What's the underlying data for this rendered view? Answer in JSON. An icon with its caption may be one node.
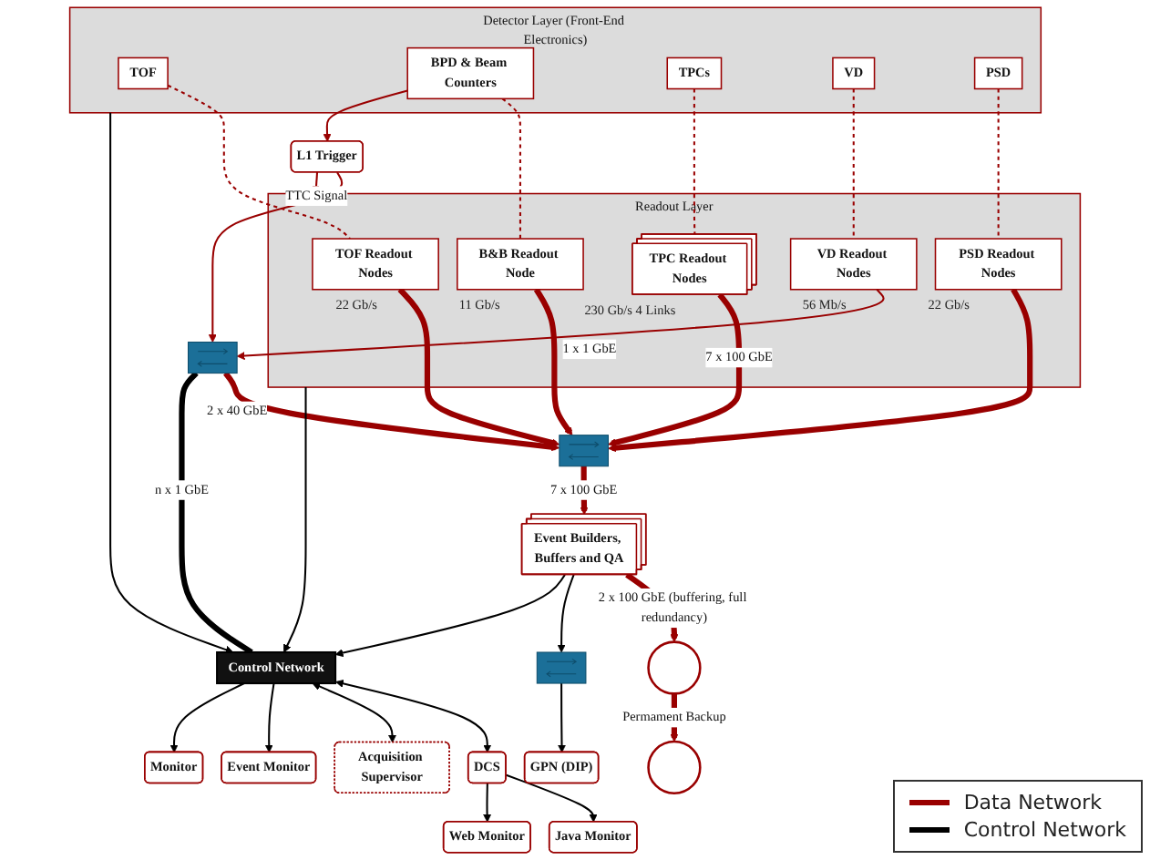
{
  "diagram": {
    "nodes": [
      {
        "text": [
          "Detector Layer (Front-End Electronics)"
        ]
      },
      {
        "text": [
          "TOF"
        ],
        "in": 0
      },
      {
        "text": [
          "BPD & Beam Counters"
        ],
        "in": 0
      },
      {
        "text": [
          "TPCs"
        ],
        "in": 0
      },
      {
        "text": [
          "VD"
        ],
        "in": 0
      },
      {
        "text": [
          "PSD"
        ],
        "in": 0
      },
      {
        "text": [
          "Java Monitor"
        ]
      },
      {
        "text": [
          "L1 Trigger"
        ]
      },
      {
        "text": [
          "Readout Layer"
        ]
      },
      {
        "text": [
          "TOF Readout Nodes"
        ],
        "in": 8,
        "beside": [
          "22 Gb/s"
        ]
      },
      {
        "text": [
          "B&B Readout Node"
        ],
        "in": 8,
        "beside": [
          "11 Gb/s"
        ]
      },
      {
        "text": [
          "TPC Readout Nodes"
        ],
        "in": 8,
        "beside": [
          "230 Gb/s 4 Links"
        ]
      },
      {
        "text": [
          "VD Readout Nodes"
        ],
        "in": 8,
        "beside": [
          "56 Mb/s"
        ]
      },
      {
        "text": [
          "PSD Readout Nodes"
        ],
        "in": 8,
        "beside": [
          "22 Gb/s"
        ]
      },
      {
        "text": [
          "Control Network"
        ]
      },
      {
        "text": [
          "DCS"
        ]
      },
      {
        "text": [
          "Web Monitor"
        ]
      },
      {
        "text": [],
        "shape": "picture"
      },
      {
        "text": [],
        "shape": "picture"
      },
      {
        "text": [
          "Acquisition Supervisor"
        ]
      },
      {
        "text": [
          "Event Monitor"
        ]
      },
      {
        "text": [],
        "shape": "picture"
      },
      {
        "text": [
          "GPN (DIP)"
        ]
      },
      {
        "text": [
          "Event Builders, Buffers and QA"
        ]
      },
      {
        "text": [
          "Monitor"
        ]
      },
      {
        "text": [],
        "shape": "circle"
      },
      {
        "text": [],
        "shape": "circle"
      }
    ],
    "edges": [
      {
        "from": 1,
        "to": 9,
        "arrow": "none",
        "style": "dashed"
      },
      {
        "from": 2,
        "to": 10,
        "arrow": "none",
        "style": "dashed"
      },
      {
        "from": 3,
        "to": 11,
        "arrow": "none",
        "style": "dashed"
      },
      {
        "from": 4,
        "to": 12,
        "arrow": "none",
        "style": "dashed"
      },
      {
        "from": 5,
        "to": 13,
        "arrow": "none",
        "style": "dashed"
      },
      {
        "from": 2,
        "to": 7,
        "arrow": "to"
      },
      {
        "from": 7,
        "to": 8,
        "arrow": "to",
        "label": "TTC Signal"
      },
      {
        "from": 9,
        "to": 17,
        "arrow": "to",
        "style": "thick"
      },
      {
        "from": 10,
        "to": 17,
        "arrow": "to",
        "style": "thick"
      },
      {
        "from": 11,
        "to": 17,
        "arrow": "to",
        "style": "thick",
        "label": "7 x 100 GbE"
      },
      {
        "from": 13,
        "to": 17,
        "arrow": "to",
        "style": "thick"
      },
      {
        "from": 12,
        "to": 18,
        "arrow": "to",
        "label": "1 x 1 GbE"
      },
      {
        "from": 7,
        "to": 18,
        "arrow": "to"
      },
      {
        "from": 18,
        "to": 17,
        "arrow": "to",
        "style": "thick",
        "label": "2 x 40 GbE"
      },
      {
        "from": 17,
        "to": 23,
        "arrow": "to",
        "style": "thick",
        "label": "7 x 100 GbE"
      },
      {
        "from": 23,
        "to": 25,
        "arrow": "to",
        "style": "thick",
        "label": "2 x 100 GbE (buffering, full redundancy)"
      },
      {
        "from": 25,
        "to": 26,
        "arrow": "to",
        "style": "thick",
        "label": "Permament Backup"
      },
      {
        "from": 23,
        "to": 21,
        "arrow": "to",
        "color": "#000000"
      },
      {
        "from": 21,
        "to": 22,
        "arrow": "to",
        "color": "#000000"
      },
      {
        "from": 0,
        "to": 14,
        "arrow": "to",
        "color": "#000000"
      },
      {
        "from": 8,
        "to": 14,
        "arrow": "to",
        "color": "#000000"
      },
      {
        "from": 18,
        "to": 14,
        "arrow": "none",
        "style": "thick",
        "color": "#000000",
        "label": "n x 1 GbE"
      },
      {
        "from": 23,
        "to": 14,
        "arrow": "to",
        "color": "#000000"
      },
      {
        "from": 14,
        "to": 15,
        "arrow": "both",
        "color": "#000000"
      },
      {
        "from": 15,
        "to": 6,
        "arrow": "to",
        "color": "#000000"
      },
      {
        "from": 15,
        "to": 16,
        "arrow": "to",
        "color": "#000000"
      },
      {
        "from": 14,
        "to": 19,
        "arrow": "both",
        "color": "#000000"
      },
      {
        "from": 14,
        "to": 20,
        "arrow": "to",
        "color": "#000000"
      },
      {
        "from": 14,
        "to": 24,
        "arrow": "to",
        "color": "#000000"
      }
    ],
    "legend": [
      {
        "text": "Data Network"
      },
      {
        "text": "Control Network"
      }
    ]
  }
}
